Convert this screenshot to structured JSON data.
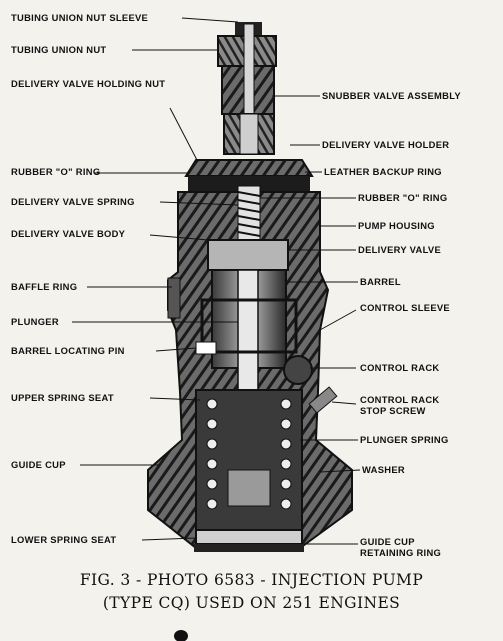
{
  "labels_left": {
    "tubing_union_nut_sleeve": "TUBING UNION NUT SLEEVE",
    "tubing_union_nut": "TUBING UNION NUT",
    "delivery_valve_holding_nut": "DELIVERY VALVE HOLDING NUT",
    "rubber_o_ring": "RUBBER \"O\" RING",
    "delivery_valve_spring": "DELIVERY VALVE SPRING",
    "delivery_valve_body": "DELIVERY VALVE BODY",
    "baffle_ring": "BAFFLE RING",
    "plunger": "PLUNGER",
    "barrel_locating_pin": "BARREL LOCATING PIN",
    "upper_spring_seat": "UPPER SPRING SEAT",
    "guide_cup": "GUIDE CUP",
    "lower_spring_seat": "LOWER SPRING SEAT"
  },
  "labels_right": {
    "snubber_valve_assembly": "SNUBBER VALVE ASSEMBLY",
    "delivery_valve_holder": "DELIVERY VALVE HOLDER",
    "leather_backup_ring": "LEATHER BACKUP RING",
    "rubber_o_ring": "RUBBER \"O\" RING",
    "pump_housing": "PUMP HOUSING",
    "delivery_valve": "DELIVERY VALVE",
    "barrel": "BARREL",
    "control_sleeve": "CONTROL SLEEVE",
    "control_rack": "CONTROL RACK",
    "control_rack_stop_screw_1": "CONTROL RACK",
    "control_rack_stop_screw_2": "STOP SCREW",
    "plunger_spring": "PLUNGER SPRING",
    "washer": "WASHER",
    "guide_cup_retaining_ring_1": "GUIDE CUP",
    "guide_cup_retaining_ring_2": "RETAINING RING"
  },
  "caption": {
    "line1": "FIG. 3 - PHOTO 6583 - INJECTION PUMP",
    "line2": "(TYPE CQ) USED ON 251 ENGINES"
  }
}
